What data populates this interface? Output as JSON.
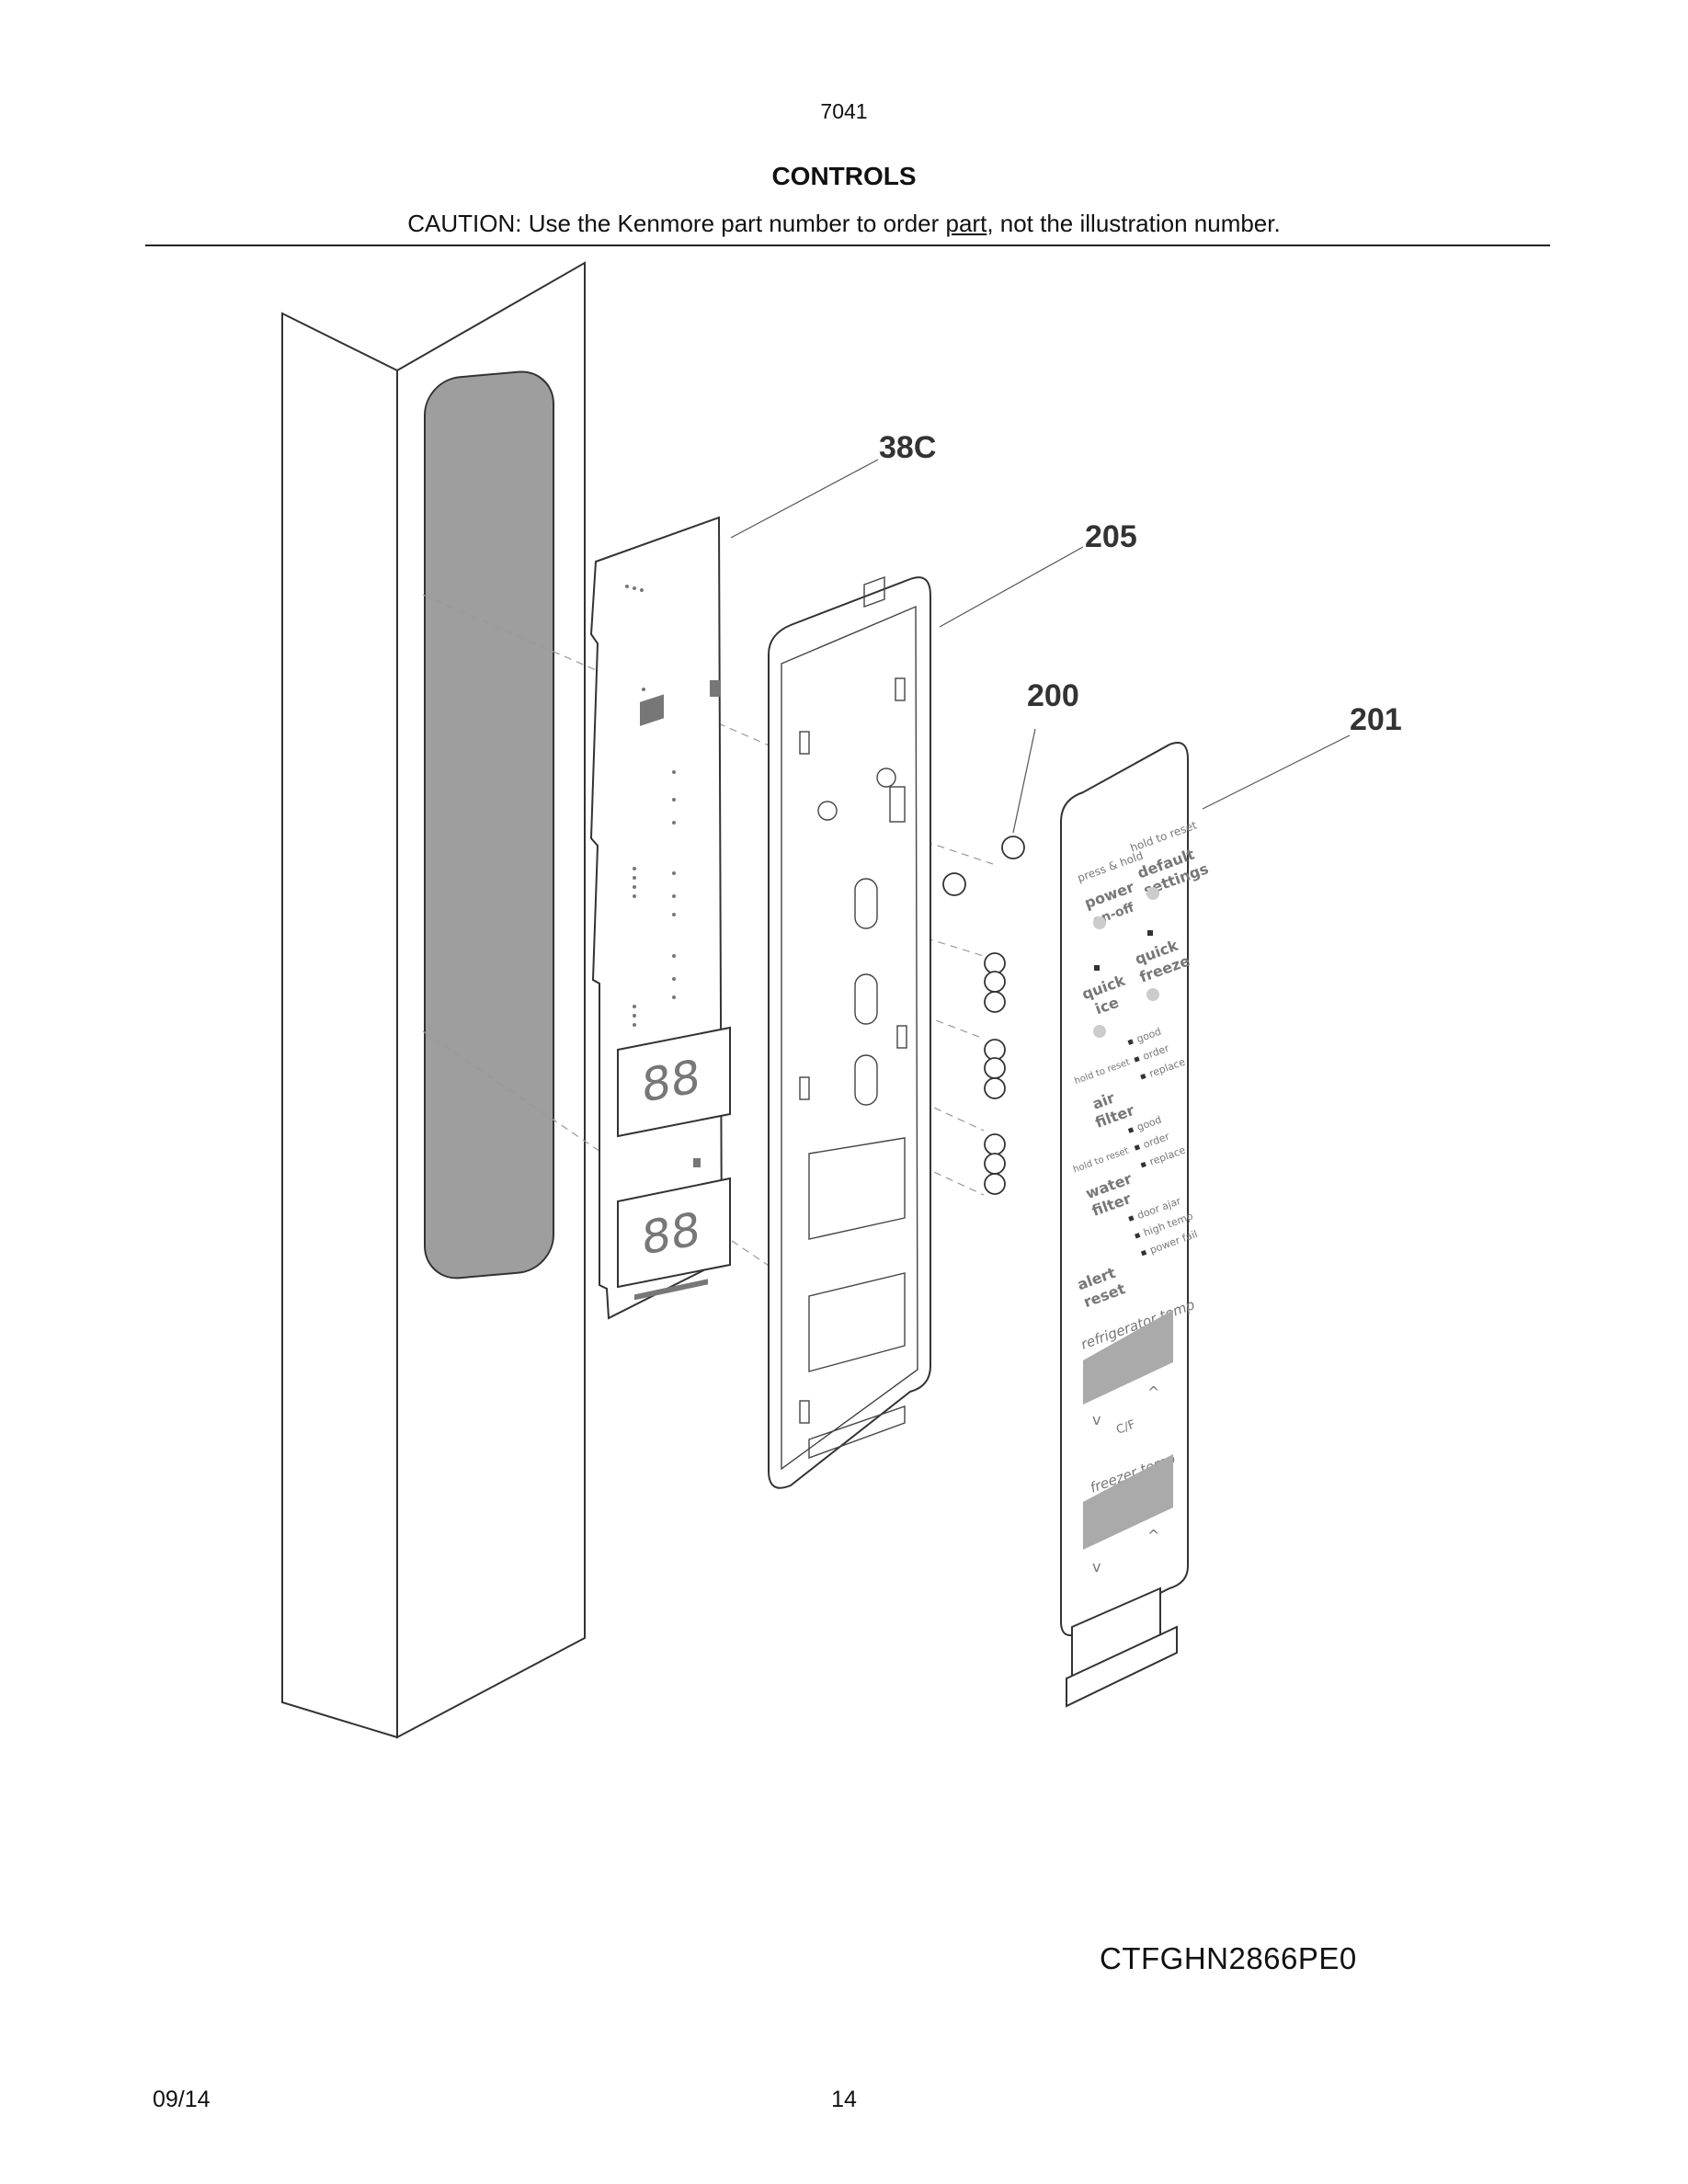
{
  "header": {
    "page_code": "7041",
    "title": "CONTROLS",
    "caution_before": "CAUTION: Use the Kenmore part number to order ",
    "caution_underlined": "part",
    "caution_after": ", not the illustration number."
  },
  "callouts": [
    "38C",
    "205",
    "200",
    "201"
  ],
  "panel_labels": {
    "press_hold": "press & hold",
    "power": "power",
    "on_off": "on-off",
    "hold_to_reset": "hold to reset",
    "default": "default",
    "settings": "settings",
    "quick": "quick",
    "ice": "ice",
    "freeze": "freeze",
    "air": "air",
    "water": "water",
    "filter": "filter",
    "good": "good",
    "order": "order",
    "replace": "replace",
    "alert": "alert",
    "reset": "reset",
    "door_ajar": "door ajar",
    "high_temp": "high temp",
    "power_fail": "power fail",
    "refrigerator_temp": "refrigerator temp",
    "freezer_temp": "freezer temp",
    "cf": "C/F",
    "seg_display": "88"
  },
  "footer": {
    "model": "CTFGHN2866PE0",
    "date": "09/14",
    "page": "14"
  }
}
